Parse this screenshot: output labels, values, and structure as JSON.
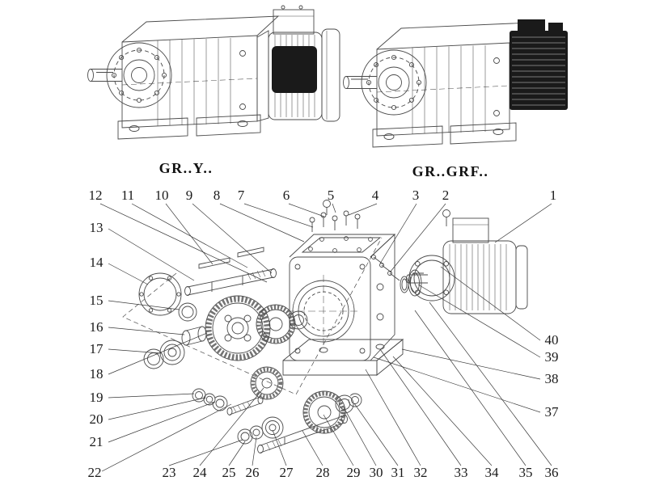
{
  "diagram": {
    "type": "exploded-parts-diagram",
    "subject": "helical gearmotor assembly"
  },
  "labels": {
    "variant_left": "GR..Y..",
    "variant_right": "GR..GRF.."
  },
  "colors": {
    "line": "#4a4a4a",
    "dark_fill": "#1a1a1a",
    "text": "#1a1a1a",
    "background": "#ffffff"
  },
  "callouts": {
    "n1": "1",
    "n2": "2",
    "n3": "3",
    "n4": "4",
    "n5": "5",
    "n6": "6",
    "n7": "7",
    "n8": "8",
    "n9": "9",
    "n10": "10",
    "n11": "11",
    "n12": "12",
    "n13": "13",
    "n14": "14",
    "n15": "15",
    "n16": "16",
    "n17": "17",
    "n18": "18",
    "n19": "19",
    "n20": "20",
    "n21": "21",
    "n22": "22",
    "n23": "23",
    "n24": "24",
    "n25": "25",
    "n26": "26",
    "n27": "27",
    "n28": "28",
    "n29": "29",
    "n30": "30",
    "n31": "31",
    "n32": "32",
    "n33": "33",
    "n34": "34",
    "n35": "35",
    "n36": "36",
    "n37": "37",
    "n38": "38",
    "n39": "39",
    "n40": "40"
  }
}
